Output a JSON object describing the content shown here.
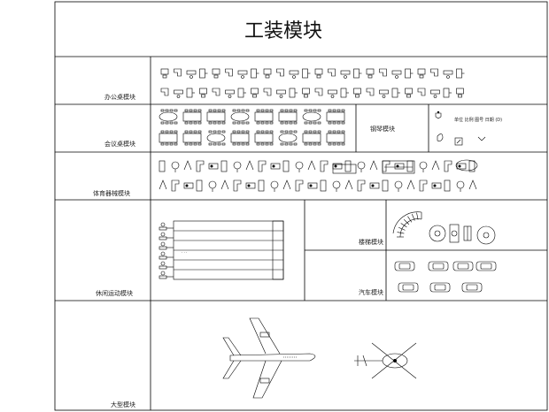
{
  "title": "工装模块",
  "sections": {
    "office_desk": "办公桌模块",
    "meeting_table": "会议桌模块",
    "piano": "钢琴模块",
    "exercise": "体育器械模块",
    "leisure": "休闲运动模块",
    "stairs": "楼梯模块",
    "car": "汽车模块",
    "large": "大型模块"
  },
  "legend_text": "单位 比例 图号 日期 (D)",
  "colors": {
    "line": "#000000",
    "background": "#ffffff"
  }
}
